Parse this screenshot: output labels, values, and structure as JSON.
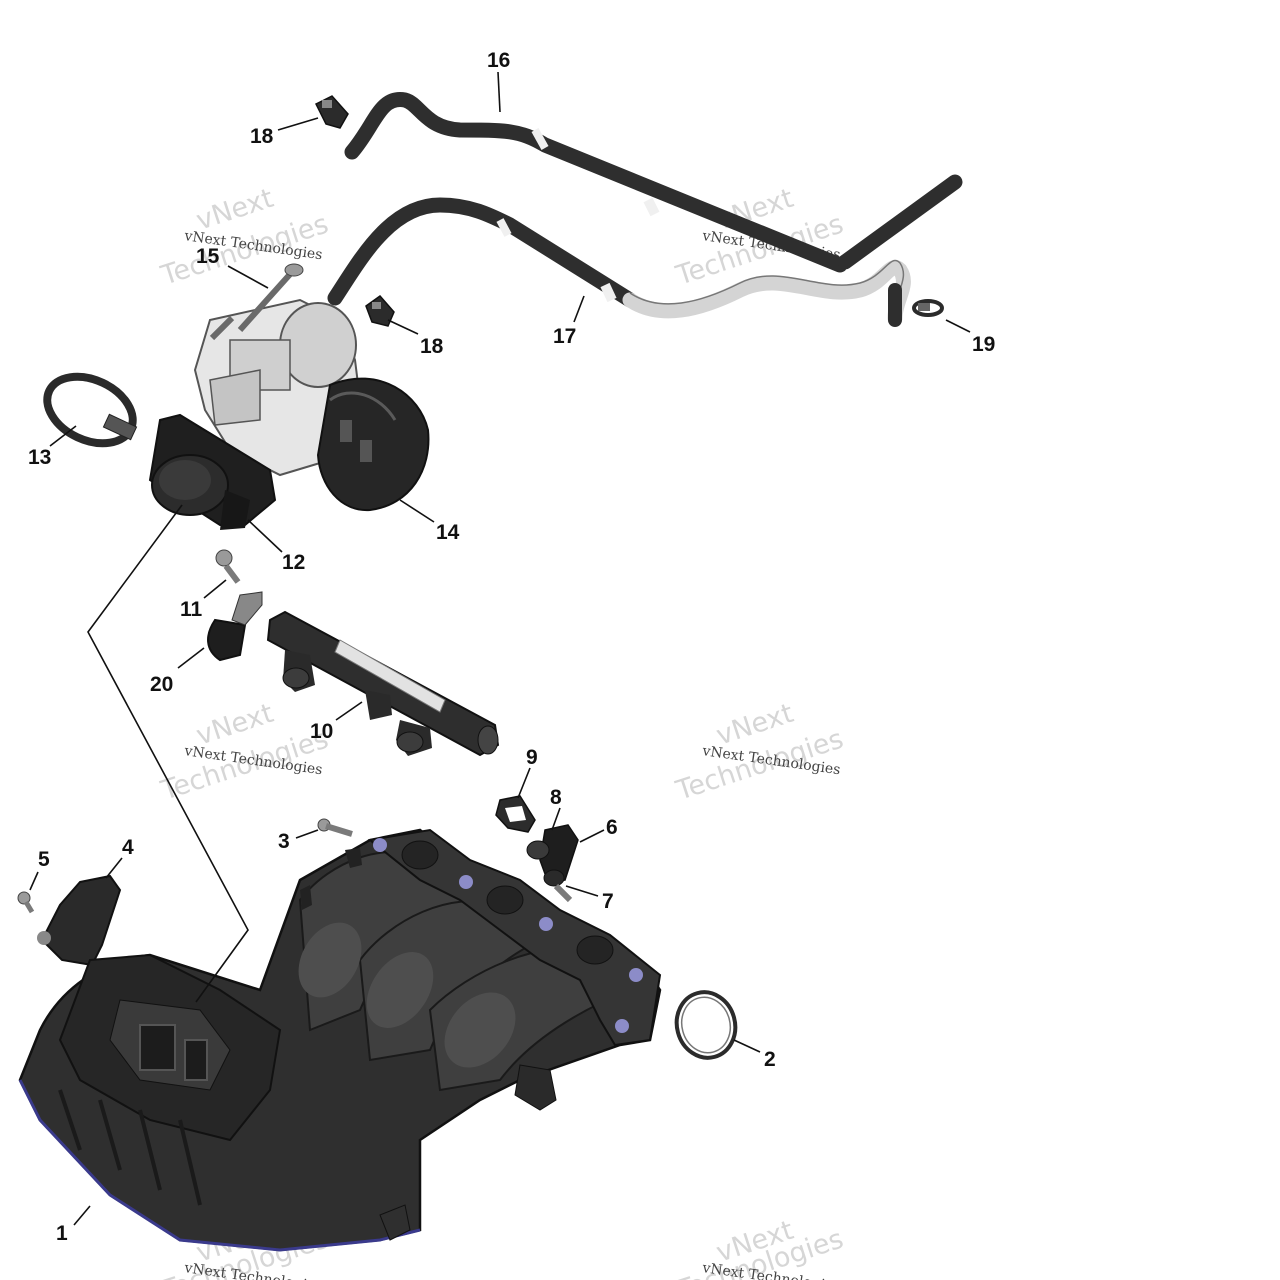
{
  "diagram": {
    "callouts": [
      "1",
      "2",
      "3",
      "4",
      "5",
      "6",
      "7",
      "8",
      "9",
      "10",
      "11",
      "12",
      "13",
      "14",
      "15",
      "16",
      "17",
      "18",
      "19",
      "20"
    ],
    "watermark_brand": "vNext",
    "watermark_word": "Technologies",
    "watermark_full": "vNext Technologies",
    "colors": {
      "part_dark": "#2b2b2b",
      "part_mid": "#4a4a4a",
      "part_light": "#bdbdbd",
      "hose": "#3a3a3a",
      "accent_blue": "#3a3a8c",
      "watermark": "#d6d6d6"
    }
  }
}
